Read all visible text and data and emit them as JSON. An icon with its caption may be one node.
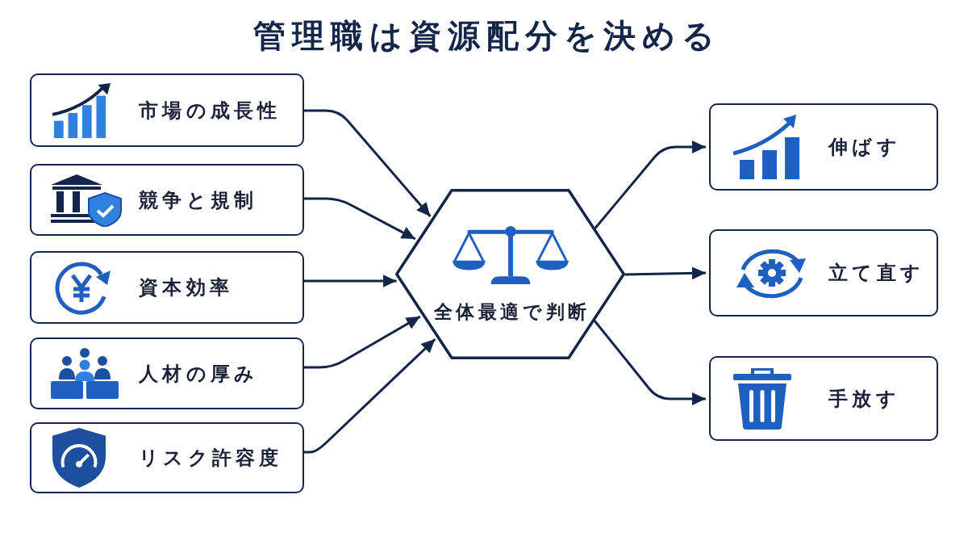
{
  "diagram": {
    "title": "管理職は資源配分を決める",
    "nodes": [
      {
        "text": [
          "市場の成長性"
        ]
      },
      {
        "text": [
          "競争と規制"
        ]
      },
      {
        "text": [
          "資本効率"
        ]
      },
      {
        "text": [
          "人材の厚み"
        ]
      },
      {
        "text": [
          "リスク許容度"
        ]
      },
      {
        "text": [
          "全体最適で判断"
        ]
      },
      {
        "text": [
          "伸ばす"
        ]
      },
      {
        "text": [
          "立て直す"
        ]
      },
      {
        "text": [
          "手放す"
        ]
      }
    ],
    "edges": [
      {
        "from": 0,
        "to": 5,
        "arrow": "to"
      },
      {
        "from": 1,
        "to": 5,
        "arrow": "to"
      },
      {
        "from": 2,
        "to": 5,
        "arrow": "to"
      },
      {
        "from": 3,
        "to": 5,
        "arrow": "to"
      },
      {
        "from": 4,
        "to": 5,
        "arrow": "to"
      },
      {
        "from": 5,
        "to": 6,
        "arrow": "to"
      },
      {
        "from": 5,
        "to": 7,
        "arrow": "to"
      },
      {
        "from": 5,
        "to": 8,
        "arrow": "to"
      }
    ]
  }
}
